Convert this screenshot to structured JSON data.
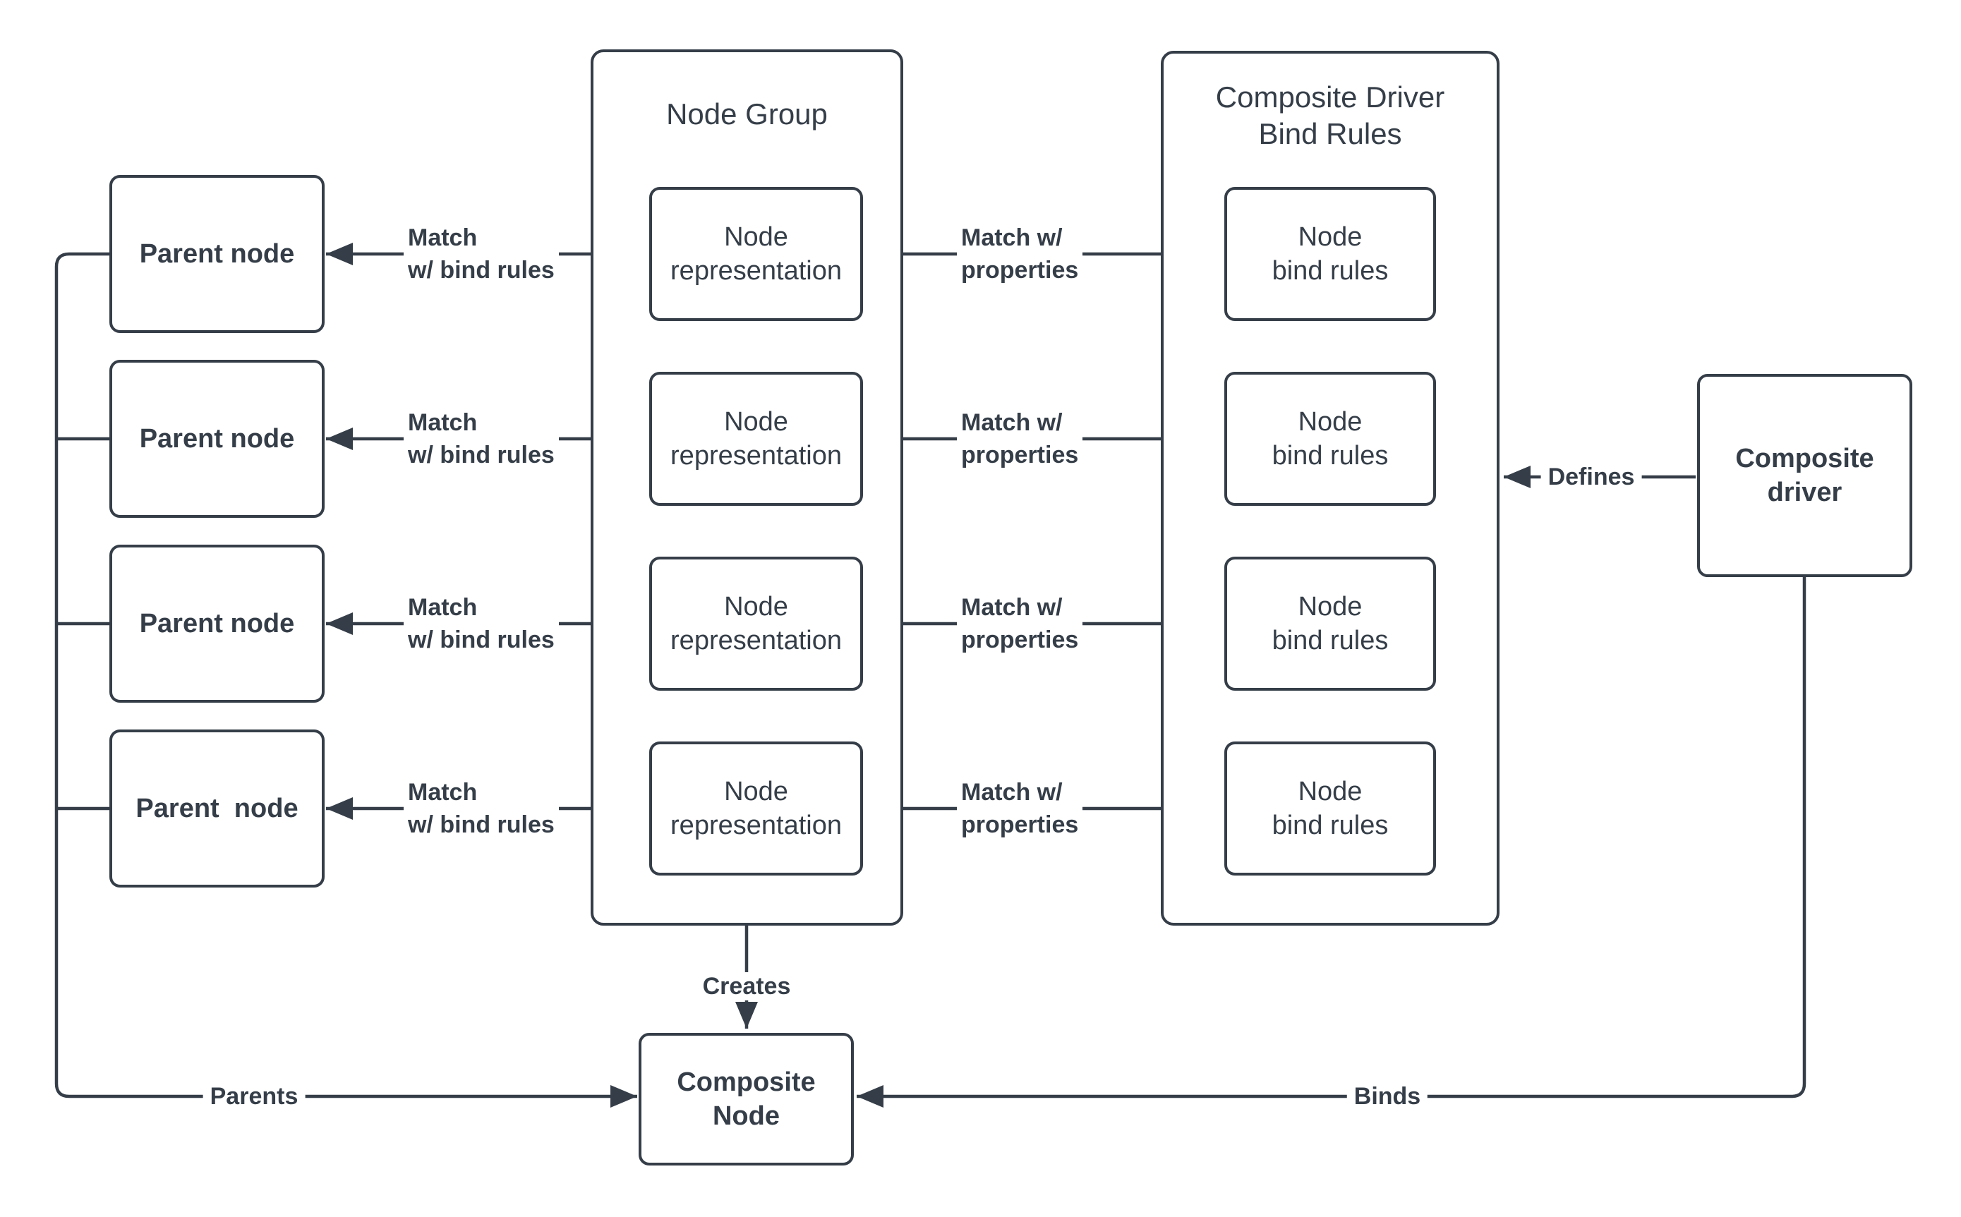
{
  "diagram": {
    "background_color": "#ffffff",
    "ink_color": "#353e48",
    "parent_boxes": [
      {
        "label": "Parent node"
      },
      {
        "label": "Parent node"
      },
      {
        "label": "Parent node"
      },
      {
        "label": "Parent  node"
      }
    ],
    "node_group": {
      "title": "Node Group",
      "boxes": [
        {
          "label": "Node\nrepresentation"
        },
        {
          "label": "Node\nrepresentation"
        },
        {
          "label": "Node\nrepresentation"
        },
        {
          "label": "Node\nrepresentation"
        }
      ]
    },
    "bind_rules_group": {
      "title": "Composite Driver\nBind Rules",
      "boxes": [
        {
          "label": "Node\nbind rules"
        },
        {
          "label": "Node\nbind rules"
        },
        {
          "label": "Node\nbind rules"
        },
        {
          "label": "Node\nbind rules"
        }
      ]
    },
    "composite_driver": {
      "label": "Composite\ndriver"
    },
    "composite_node": {
      "label": "Composite\nNode"
    },
    "edge_labels": {
      "match_bind_rules": "Match\nw/ bind rules",
      "match_properties": "Match w/\nproperties",
      "defines": "Defines",
      "creates": "Creates",
      "parents": "Parents",
      "binds": "Binds"
    }
  }
}
